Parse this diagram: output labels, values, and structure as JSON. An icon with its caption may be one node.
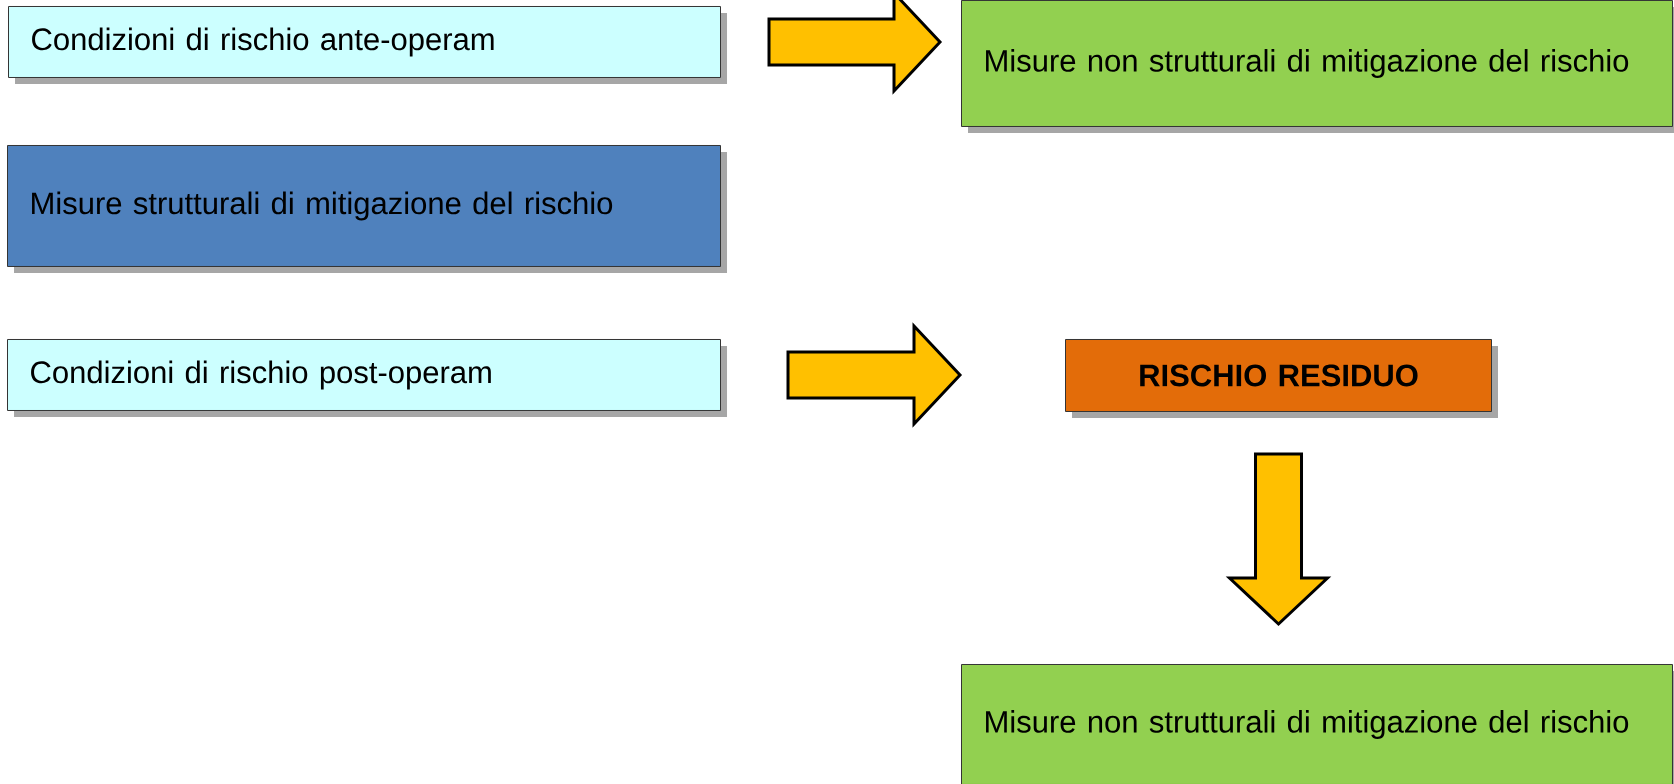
{
  "diagram": {
    "nodes": [
      {
        "text": [
          "Condizioni di rischio ante-operam"
        ]
      },
      {
        "text": [
          "Misure non strutturali di mitigazione del rischio"
        ]
      },
      {
        "text": [
          "Misure strutturali di mitigazione del rischio"
        ]
      },
      {
        "text": [
          "Condizioni di rischio post-operam"
        ]
      },
      {
        "text": [
          "RISCHIO RESIDUO"
        ]
      },
      {
        "text": [
          "Misure non strutturali di mitigazione del rischio"
        ]
      }
    ],
    "edges": [
      {
        "from": 0,
        "to": 1,
        "arrow": "to"
      },
      {
        "from": 3,
        "to": 4,
        "arrow": "to"
      },
      {
        "from": 4,
        "to": 5,
        "arrow": "to"
      }
    ]
  }
}
